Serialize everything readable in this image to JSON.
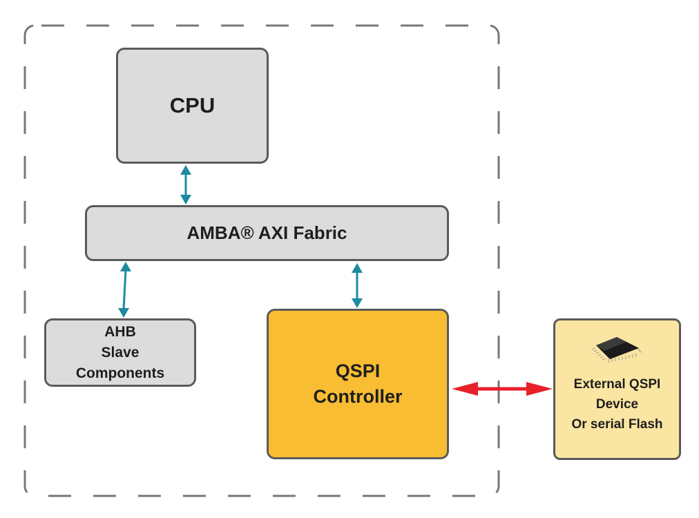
{
  "diagram": {
    "type": "block-diagram",
    "container": {
      "label": "",
      "style": "dashed-boundary"
    },
    "blocks": {
      "cpu": {
        "label": "CPU",
        "fill": "#dcdcdc"
      },
      "axi": {
        "label": "AMBA® AXI Fabric",
        "fill": "#dcdcdc"
      },
      "ahb": {
        "lines": [
          "AHB",
          "Slave",
          "Components"
        ],
        "fill": "#dcdcdc"
      },
      "qspi": {
        "lines": [
          "QSPI",
          "Controller"
        ],
        "fill": "#f8bd33"
      },
      "external": {
        "lines": [
          "External QSPI",
          "Device",
          "Or serial Flash"
        ],
        "fill": "#fbe5a2",
        "icon": "chip-icon"
      }
    },
    "connections": [
      {
        "from": "cpu",
        "to": "axi",
        "direction": "bidirectional",
        "color": "#1e8aa0"
      },
      {
        "from": "axi",
        "to": "ahb",
        "direction": "bidirectional",
        "color": "#1e8aa0"
      },
      {
        "from": "axi",
        "to": "qspi",
        "direction": "bidirectional",
        "color": "#1e8aa0"
      },
      {
        "from": "qspi",
        "to": "external",
        "direction": "bidirectional",
        "color": "#e8202a"
      }
    ],
    "colors": {
      "border": "#5a5a5a",
      "dashed_border": "#777777",
      "internal_arrow": "#1e8aa0",
      "external_arrow": "#e8202a"
    }
  }
}
